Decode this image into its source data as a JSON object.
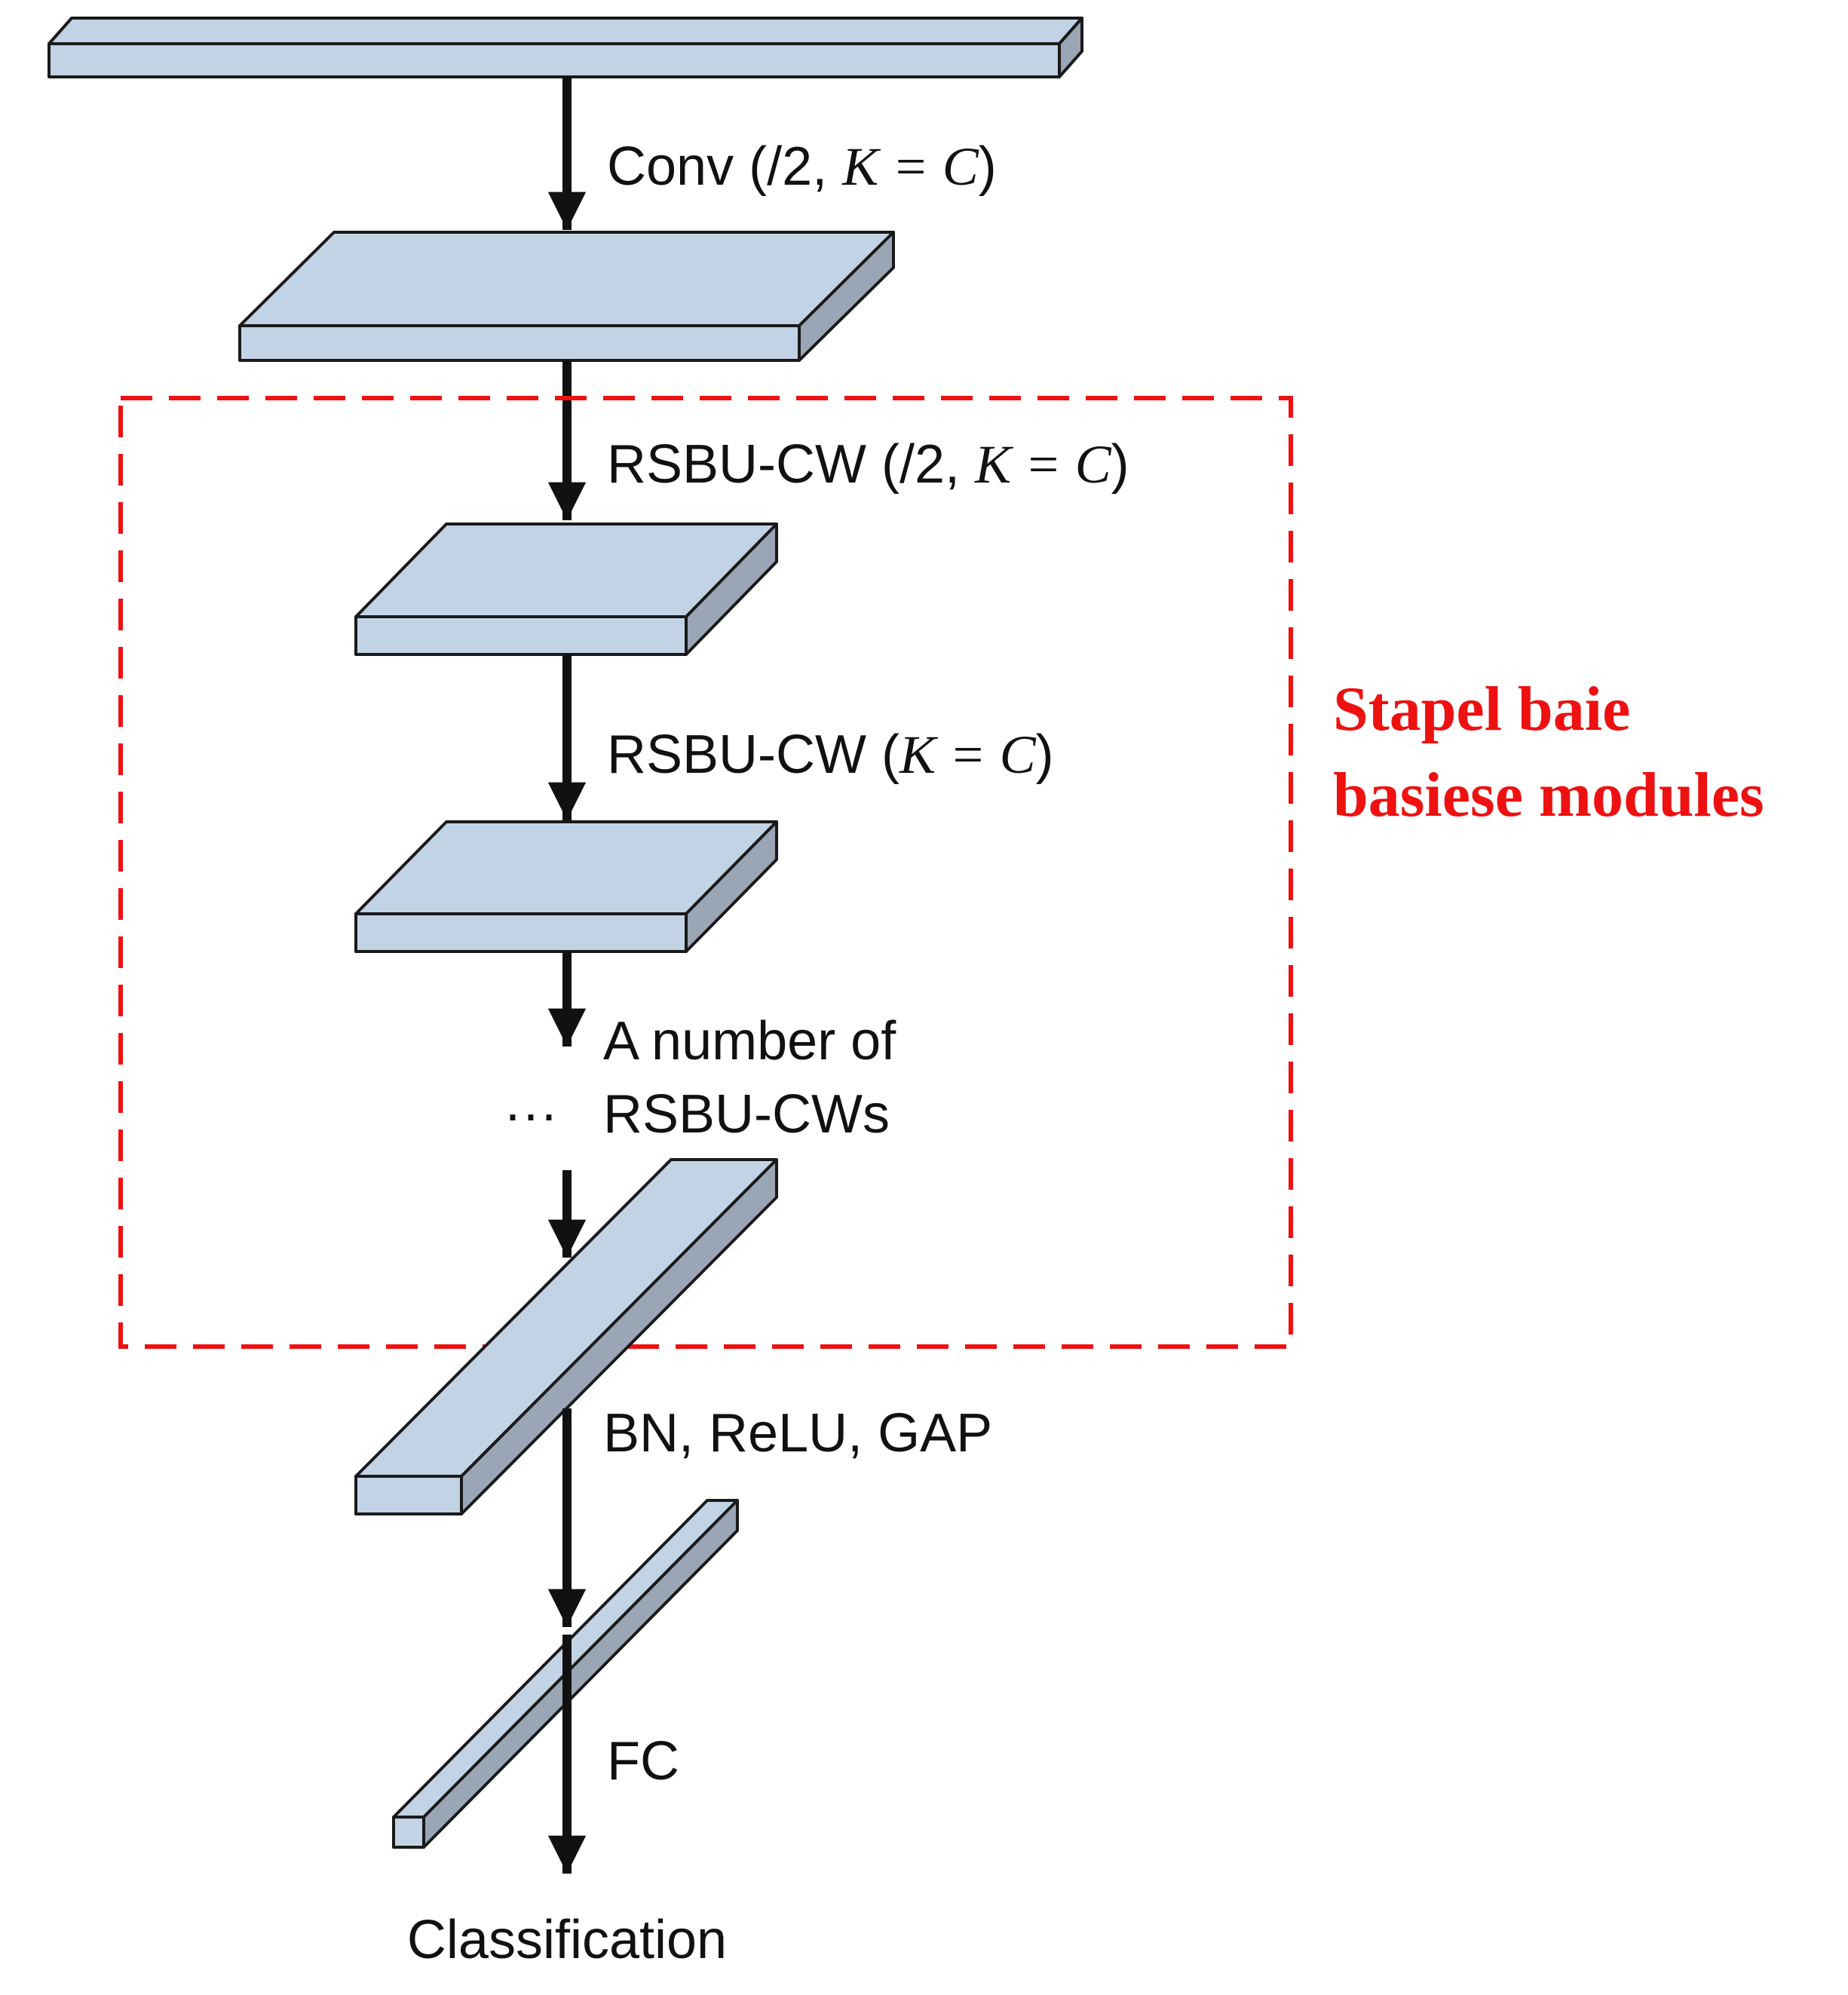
{
  "colors": {
    "block_front": "#c3d3e6",
    "block_top": "#c3d3e6",
    "block_side": "#9aa6b5",
    "stroke": "#1a1a1a",
    "arrow": "#111111",
    "highlight": "#ee1111"
  },
  "labels": {
    "conv_prefix": "Conv (/2, ",
    "conv_math": "K = C",
    "conv_suffix": ")",
    "rsbu1_prefix": "RSBU-CW (/2, ",
    "rsbu1_math": "K = C",
    "rsbu1_suffix": ")",
    "rsbu2_prefix": "RSBU-CW (",
    "rsbu2_math": "K = C",
    "rsbu2_suffix": ")",
    "number_of_line1": "A number of",
    "ellipsis": "···",
    "number_of_line2": "RSBU-CWs",
    "bn_relu_gap": "BN, ReLU, GAP",
    "fc": "FC",
    "classification": "Classification"
  },
  "highlight_box": {
    "line1": "Stapel baie",
    "line2": "basiese modules"
  }
}
